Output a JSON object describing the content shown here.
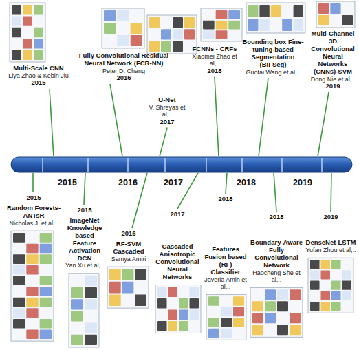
{
  "diagram": {
    "nodes": [
      {
        "text": [
          "Multi-Scale CNN",
          "Liya Zhao & Kebin Jiu",
          "2015"
        ]
      },
      {
        "text": [
          "Fully Convolutional Residual Neural Network (FCR-NN)",
          "Peter D. Chang",
          "2016"
        ]
      },
      {
        "text": [
          "U-Net",
          "V. Shreyas et al,..",
          "2017"
        ]
      },
      {
        "text": [
          "FCNNs - CRFs",
          "Xiaomei Zhao et al,..",
          "2018"
        ]
      },
      {
        "text": [
          "Bounding box Fine-tuning-based Segmentation (BIFSeg)",
          "Guotai Wang et al,.."
        ]
      },
      {
        "text": [
          "Multi-Channel 3D Convolutional Neural Networks (CNNs)-SVM",
          "Dong Nie et al,..",
          "2019"
        ]
      },
      {
        "text": [
          "2015",
          "Random Forests- ANTsR",
          "Nicholas J..et al,.."
        ]
      },
      {
        "text": [
          "2015",
          "ImageNet Knowledge based Feature Activation DCN",
          "Yan Xu et al,.."
        ]
      },
      {
        "text": [
          "2016",
          "RF-SVM Cascaded",
          "Samya Amiri"
        ]
      },
      {
        "text": [
          "2017",
          "Cascaded Anisotropic Convolutional Neural Networks"
        ]
      },
      {
        "text": [
          "2018",
          "Features Fusion based (RF) Classifier",
          "Javeria Amin et al,.."
        ]
      },
      {
        "text": [
          "2018",
          "Boundary-Aware Fully Convolutional Network",
          "Haocheng She et al,.."
        ]
      },
      {
        "text": [
          "2019",
          "DenseNet-LSTM",
          "Yufan Zhou et al,.."
        ]
      }
    ],
    "labels": [
      "2015",
      "2016",
      "2017",
      "2018",
      "2019"
    ]
  }
}
